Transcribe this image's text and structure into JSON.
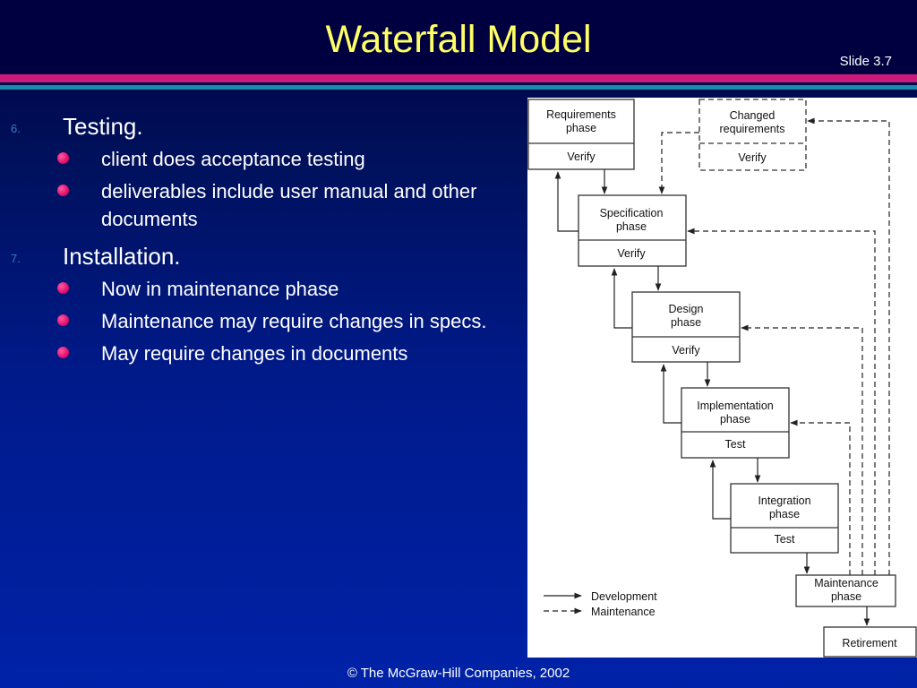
{
  "slide": {
    "title": "Waterfall Model",
    "slide_number": "Slide 3.7",
    "footer": "© The McGraw-Hill Companies, 2002"
  },
  "content": {
    "items": [
      {
        "number": "6.",
        "text": "Testing.",
        "bullets": [
          "client does acceptance testing",
          "deliverables include user manual and other documents"
        ]
      },
      {
        "number": "7.",
        "text": "Installation.",
        "bullets": [
          "Now in maintenance phase",
          "Maintenance may require changes in specs.",
          "May require changes in documents"
        ]
      }
    ]
  },
  "diagram": {
    "requirements": {
      "label_line1": "Requirements",
      "label_line2": "phase",
      "verify": "Verify"
    },
    "changed_requirements": {
      "label_line1": "Changed",
      "label_line2": "requirements",
      "verify": "Verify"
    },
    "specification": {
      "label_line1": "Specification",
      "label_line2": "phase",
      "verify": "Verify"
    },
    "design": {
      "label_line1": "Design",
      "label_line2": "phase",
      "verify": "Verify"
    },
    "implementation": {
      "label_line1": "Implementation",
      "label_line2": "phase",
      "verify": "Test"
    },
    "integration": {
      "label_line1": "Integration",
      "label_line2": "phase",
      "verify": "Test"
    },
    "maintenance": {
      "label_line1": "Maintenance",
      "label_line2": "phase"
    },
    "retirement": {
      "label": "Retirement"
    },
    "legend": {
      "development": "Development",
      "maintenance": "Maintenance"
    }
  }
}
